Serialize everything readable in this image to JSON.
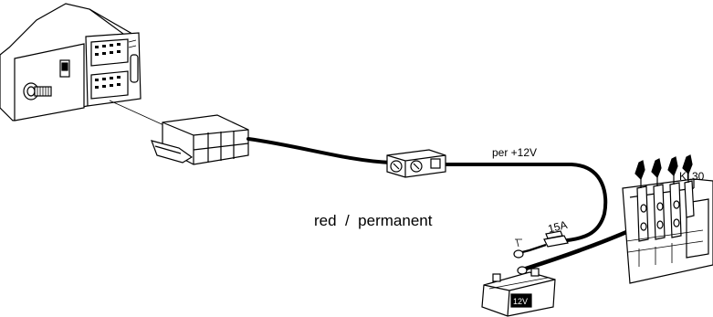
{
  "labels": {
    "red_permanent": "red  /  permanent",
    "per_12v": "per +12V",
    "fuse": "15A",
    "kl30": "Kl.30",
    "battery": "12V"
  },
  "colors": {
    "line": "#000000",
    "background": "#ffffff",
    "shade": "#cfcfcf"
  }
}
